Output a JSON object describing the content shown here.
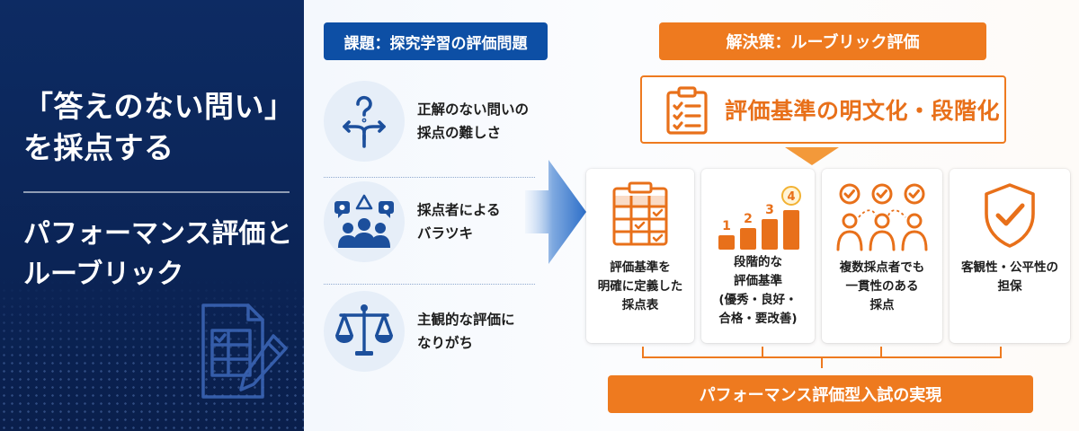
{
  "left_panel": {
    "title_line1": "「答えのない問い」",
    "title_line2": "を採点する",
    "subtitle_line1": "パフォーマンス評価と",
    "subtitle_line2": "ルーブリック"
  },
  "issues": {
    "header": "課題：探究学習の評価問題",
    "items": [
      {
        "line1": "正解のない問いの",
        "line2": "採点の難しさ",
        "icon": "question-crossroads-icon"
      },
      {
        "line1": "採点者による",
        "line2": "バラツキ",
        "icon": "people-discussion-icon"
      },
      {
        "line1": "主観的な評価に",
        "line2": "なりがち",
        "icon": "balance-scale-icon"
      }
    ]
  },
  "solution": {
    "header": "解決策：ルーブリック評価",
    "main_label": "評価基準の明文化・段階化",
    "cards": [
      {
        "lines": [
          "評価基準を",
          "明確に定義した",
          "採点表"
        ],
        "icon": "grid-clipboard-icon"
      },
      {
        "lines": [
          "段階的な",
          "評価基準",
          "(優秀・良好・",
          "合格・要改善)"
        ],
        "icon": "step-bars-icon",
        "step_labels": [
          "1",
          "2",
          "3",
          "4"
        ]
      },
      {
        "lines": [
          "複数採点者でも",
          "一貫性のある",
          "採点"
        ],
        "icon": "consistent-graders-icon"
      },
      {
        "lines": [
          "客観性・公平性の",
          "担保"
        ],
        "icon": "shield-check-icon"
      }
    ]
  },
  "result": "パフォーマンス評価型入試の実現",
  "colors": {
    "navy": "#0d2b63",
    "blue": "#0d4fa5",
    "orange": "#ee7a1f",
    "light_blue_bg": "#e6eef8"
  }
}
